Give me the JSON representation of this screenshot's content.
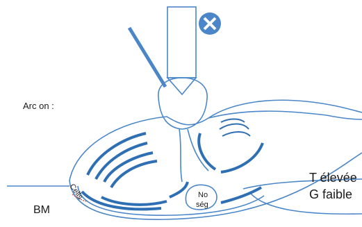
{
  "labels": {
    "arc_on": "Arc on :",
    "bm": "BM",
    "cells": "Cells",
    "no": "No",
    "seg": "ség",
    "t_elevee": "T élevée",
    "g_faible": "G faible"
  },
  "colors": {
    "outline": "#4a86c8",
    "flow": "#2e6fb3",
    "cross_circle": "#4a86c8",
    "cross": "#ffffff",
    "cells_underline": "#d04040"
  },
  "icons": {
    "cross_marker": "x-circle-icon"
  }
}
